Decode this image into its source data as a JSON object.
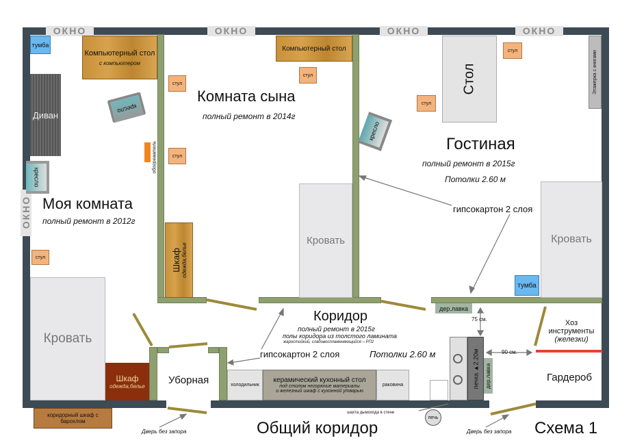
{
  "windows": [
    "ОКНО",
    "ОКНО",
    "ОКНО",
    "ОКНО",
    "ОКНО"
  ],
  "rooms": {
    "my_room": {
      "title": "Моя комната",
      "note": "полный ремонт в 2012г"
    },
    "son_room": {
      "title": "Комната сына",
      "note": "полный ремонт в 2014г"
    },
    "living": {
      "title": "Гостиная",
      "note": "полный ремонт в 2015г",
      "ceiling": "Потолки 2.60 м"
    },
    "corridor": {
      "title": "Коридор",
      "note": "полный ремонт в 2015г",
      "floor": "полы коридора из толстого ламината",
      "floor_sub": "жаростойкий, слабовоспламеняющийся – РП2",
      "ceiling": "Потолки 2.60 м"
    },
    "toilet": {
      "title": "Уборная"
    },
    "wardrobe": {
      "title": "Гардероб"
    },
    "storage": {
      "title": "Хоз",
      "line2": "инструменты",
      "line3": "(железки)"
    },
    "common": {
      "title": "Общий коридор"
    }
  },
  "furniture": {
    "tumba": "тумба",
    "comp_desk1": "Компьютерный стол",
    "comp_desk1_sub": "с компьютером",
    "comp_desk2": "Компьютерный стол",
    "divan": "Диван",
    "armchair": "кресло",
    "chair": "стул",
    "heater": "обогреватель",
    "wardrobe": "Шкаф",
    "wardrobe_sub": "одежда,белье",
    "bed": "Кровать",
    "table": "Стол",
    "shelf": "Этажерка с книгами",
    "bench": "дер.лавка",
    "fridge": "холодильник",
    "kitchen_table": "керамический кухонный стол",
    "kitchen_sub1": "под столом негорючие материалы",
    "kitchen_sub2": "и железный шкаф с кухонной утварью",
    "sink": "раковина",
    "stove": "печка",
    "stove_h": "2.20м",
    "pech": "печь",
    "chimney": "шахта дымохода в стене",
    "corridor_closet": "коридорный шкаф с барохлом"
  },
  "annotations": {
    "drywall": "гипсокартон 2 слоя",
    "door_no_lock": "Дверь без запора",
    "d75": "75 см.",
    "d90": "90 см."
  },
  "scheme_title": "Схема 1"
}
